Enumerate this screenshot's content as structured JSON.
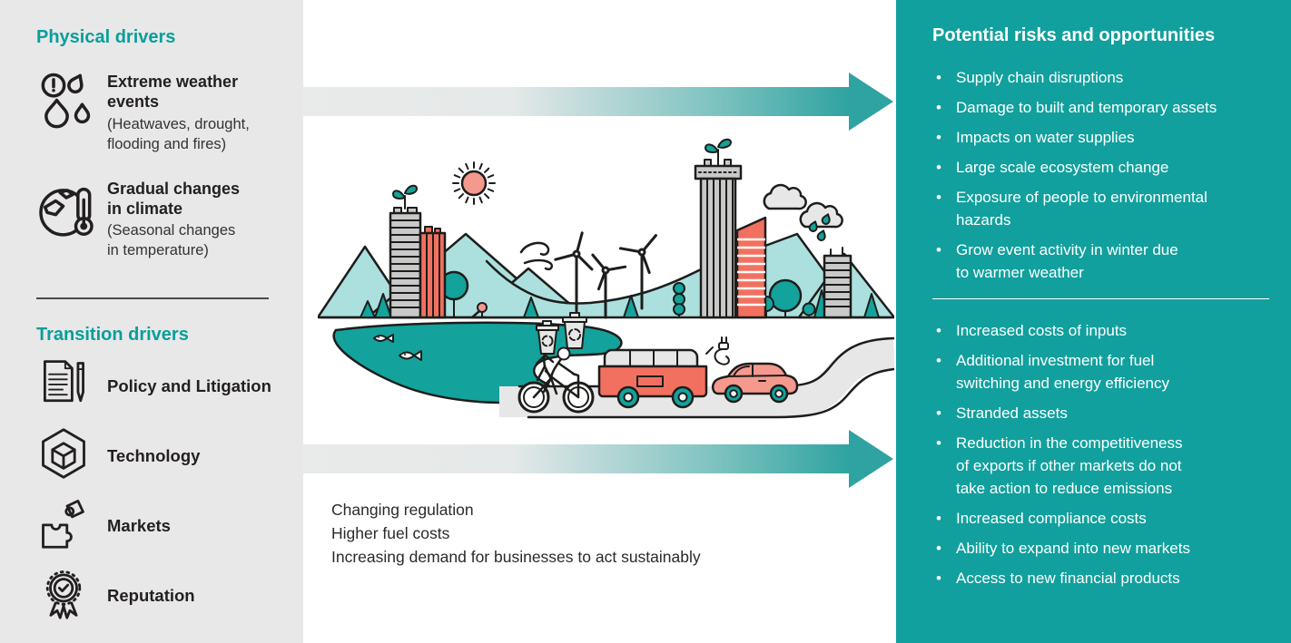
{
  "colors": {
    "panel_gray": "#e8e8e8",
    "teal_panel": "#11a09d",
    "heading_teal": "#089e9b",
    "text_dark": "#231f20",
    "outline": "#1d1d1b",
    "coral": "#f2705f",
    "coral_light": "#f5998e",
    "il_teal": "#13a29c",
    "il_teal_light": "#abe0de",
    "building_gray": "#c9c9c9",
    "light_gray": "#e7e7e7",
    "arrow_gray": "#e9eaea",
    "arrow_teal": "#2fa3a1"
  },
  "left_panel": {
    "physical": {
      "title": "Physical drivers",
      "items": [
        {
          "icon": "extreme-weather-icon",
          "title": "Extreme weather\nevents",
          "subtitle": "(Heatwaves, drought,\nflooding and fires)"
        },
        {
          "icon": "globe-thermometer-icon",
          "title": "Gradual changes\nin climate",
          "subtitle": "(Seasonal changes\nin temperature)"
        }
      ]
    },
    "transition": {
      "title": "Transition drivers",
      "items": [
        {
          "icon": "policy-document-pen-icon",
          "label": "Policy and Litigation"
        },
        {
          "icon": "technology-cube-icon",
          "label": "Technology"
        },
        {
          "icon": "markets-puzzle-icon",
          "label": "Markets"
        },
        {
          "icon": "reputation-award-icon",
          "label": "Reputation"
        }
      ]
    }
  },
  "middle": {
    "arrow_top": {
      "name": "physical-drivers-arrow",
      "direction": "right"
    },
    "arrow_bottom": {
      "name": "transition-drivers-arrow",
      "direction": "right"
    },
    "illustration": {
      "name": "sustainable-city-scene",
      "elements": [
        "mountains",
        "skyscrapers with rooftop plants",
        "sun",
        "wind swirl",
        "wind turbines",
        "rain clouds",
        "trees",
        "lake with fish",
        "person walking",
        "recycling bins",
        "cyclist",
        "bus",
        "electric car with charging plug",
        "winding road"
      ]
    },
    "notes": [
      "Changing regulation",
      "Higher fuel costs",
      "Increasing demand for businesses to act sustainably"
    ]
  },
  "right_panel": {
    "title": "Potential risks and opportunities",
    "physical_bullets": [
      "Supply chain disruptions",
      "Damage to built and temporary assets",
      "Impacts on water supplies",
      "Large scale ecosystem change",
      "Exposure of people to environmental\nhazards",
      "Grow event activity in winter due\nto warmer weather"
    ],
    "transition_bullets": [
      "Increased costs of inputs",
      "Additional investment for fuel\nswitching and energy efficiency",
      "Stranded assets",
      "Reduction in the competitiveness\nof exports if other markets do not\ntake action to reduce emissions",
      "Increased compliance costs",
      "Ability to expand into new markets",
      "Access to new financial products"
    ]
  }
}
